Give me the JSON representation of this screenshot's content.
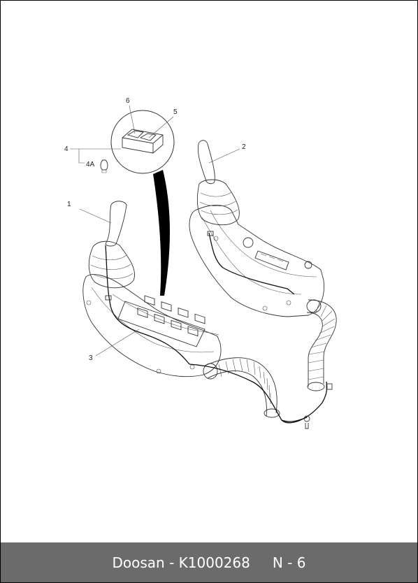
{
  "callouts": {
    "c1": "1",
    "c2": "2",
    "c3": "3",
    "c4": "4",
    "c4a": "4A",
    "c5": "5",
    "c6": "6"
  },
  "footer": {
    "brand": "Doosan",
    "separator": " - ",
    "part_number": "K1000268",
    "page_label": "N - 6"
  },
  "colors": {
    "footer_bg": "#6b6b6b",
    "footer_text": "#ffffff",
    "line": "#333333"
  }
}
